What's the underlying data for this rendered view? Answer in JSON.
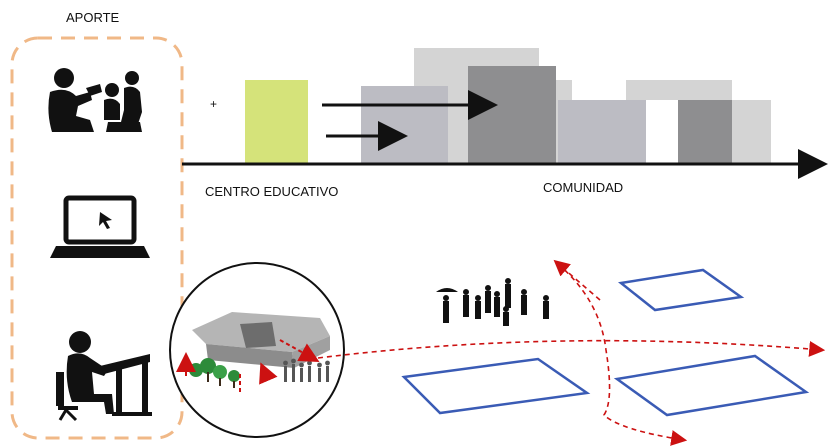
{
  "labels": {
    "aporte": "APORTE",
    "plus": "+",
    "centro_educativo": "CENTRO EDUCATIVO",
    "comunidad": "COMUNIDAD"
  },
  "icons": {
    "column": [
      "teacher-with-children-icon",
      "laptop-cursor-icon",
      "person-at-desk-icon"
    ],
    "scene": [
      "building-site-circle-icon",
      "pedestrian-group-icon",
      "plaza-outline-icon"
    ]
  },
  "colors": {
    "dashed_border": "#f0b887",
    "school_block": "#d5e37a",
    "block_light": "#d4d4d4",
    "block_mid": "#bcbcc3",
    "block_dark": "#8e8e90",
    "plaza_outline": "#3a5bb5",
    "path_red": "#cc1111",
    "icon_black": "#111111"
  }
}
